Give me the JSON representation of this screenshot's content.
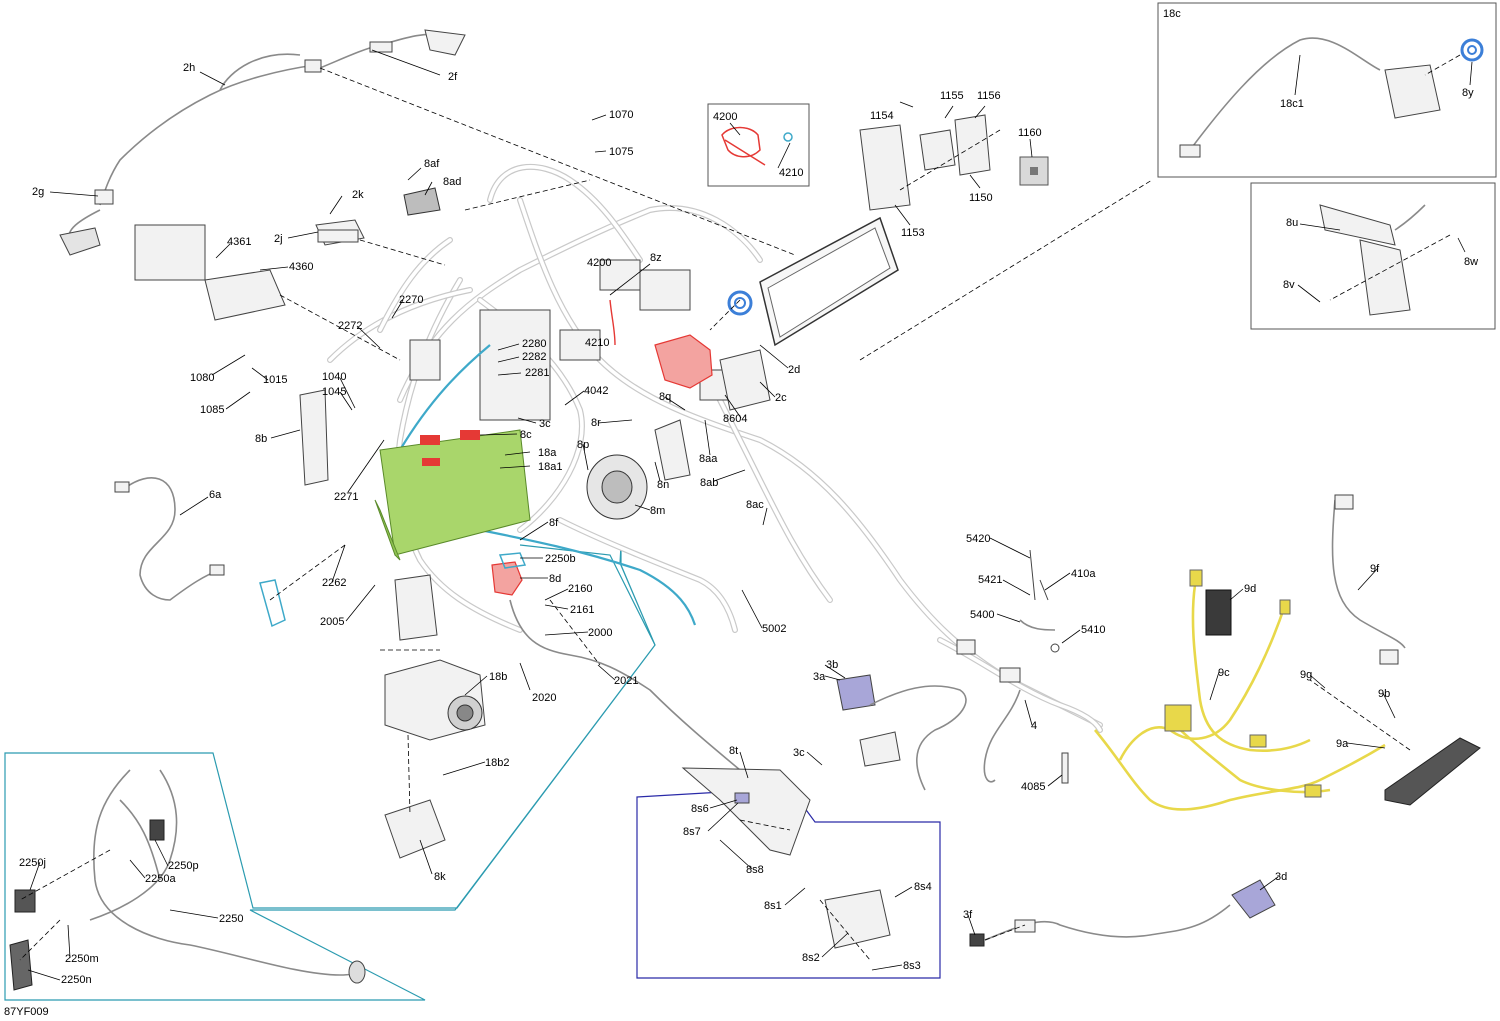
{
  "figure_code": "87YF009",
  "colors": {
    "highlight_red": "#e53935",
    "highlight_cyan": "#3ea9c9",
    "highlight_blue": "#3c7fd8",
    "highlight_green": "#a9d66b",
    "highlight_yellow": "#e8d84a",
    "highlight_purple": "#a8a6d8",
    "frame_teal": "#2b9bb0",
    "frame_navy": "#2a2aa8"
  },
  "labels": {
    "l2h": "2h",
    "l2f": "2f",
    "l2g": "2g",
    "l2k": "2k",
    "l2j": "2j",
    "l8af": "8af",
    "l8ad": "8ad",
    "l1070": "1070",
    "l1075": "1075",
    "l4200a": "4200",
    "l4210a": "4210",
    "l4200b": "4200",
    "l4210b": "4210",
    "l1154": "1154",
    "l1155": "1155",
    "l1156": "1156",
    "l1160": "1160",
    "l1150": "1150",
    "l1153": "1153",
    "l18c": "18c",
    "l18c1": "18c1",
    "l8y": "8y",
    "l8u": "8u",
    "l8w": "8w",
    "l8v": "8v",
    "l4361": "4361",
    "l4360": "4360",
    "l2270": "2270",
    "l2272": "2272",
    "l1080": "1080",
    "l1015": "1015",
    "l1040": "1040",
    "l1045": "1045",
    "l1085": "1085",
    "l8z": "8z",
    "l2280": "2280",
    "l2282": "2282",
    "l2281": "2281",
    "l4042": "4042",
    "l3c_top": "3c",
    "l8c": "8c",
    "l8r": "8r",
    "l8q": "8q",
    "l2d": "2d",
    "l2c": "2c",
    "l8604": "8604",
    "l8b": "8b",
    "l18a": "18a",
    "l18a1": "18a1",
    "l2271": "2271",
    "l8p": "8p",
    "l8aa": "8aa",
    "l8n": "8n",
    "l8ab": "8ab",
    "l8m": "8m",
    "l6a": "6a",
    "l8ac": "8ac",
    "l8f": "8f",
    "l2250b": "2250b",
    "l8d": "8d",
    "l2262": "2262",
    "l2160": "2160",
    "l2161": "2161",
    "l2005": "2005",
    "l2000": "2000",
    "l5002": "5002",
    "l5420": "5420",
    "l5421": "5421",
    "l410a": "410a",
    "l5400": "5400",
    "l5410": "5410",
    "l9d": "9d",
    "l9f": "9f",
    "l9c": "9c",
    "l9g": "9g",
    "l9b": "9b",
    "l9a": "9a",
    "l3b": "3b",
    "l3a": "3a",
    "l4": "4",
    "l3c_bot": "3c",
    "l4085": "4085",
    "l18b": "18b",
    "l2020": "2020",
    "l2021": "2021",
    "l18b2": "18b2",
    "l8t": "8t",
    "l8s6": "8s6",
    "l8s7": "8s7",
    "l8s8": "8s8",
    "l8s1": "8s1",
    "l8s4": "8s4",
    "l8s2": "8s2",
    "l8s3": "8s3",
    "l8k": "8k",
    "l2250j": "2250j",
    "l2250p": "2250p",
    "l2250a": "2250a",
    "l2250": "2250",
    "l2250m": "2250m",
    "l2250n": "2250n",
    "l3d": "3d",
    "l3f": "3f"
  }
}
